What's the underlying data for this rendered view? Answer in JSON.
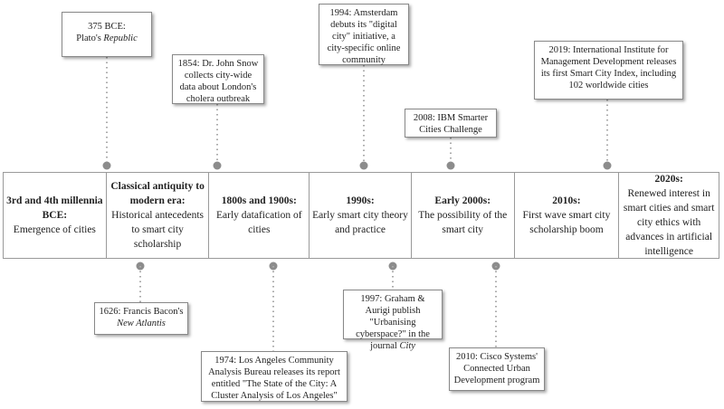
{
  "colors": {
    "border": "#9a9a9a",
    "dot": "#8c8c8c",
    "dotted_line": "#aaaaaa"
  },
  "eras": [
    {
      "title": "3rd and 4th millennia BCE:",
      "subtitle": "Emergence of cities"
    },
    {
      "title": "Classical antiquity to modern era:",
      "subtitle": "Historical antecedents to smart city scholarship"
    },
    {
      "title": "1800s and 1900s:",
      "subtitle": "Early datafication of cities"
    },
    {
      "title": "1990s:",
      "subtitle": "Early smart city theory and practice"
    },
    {
      "title": "Early 2000s:",
      "subtitle": "The possibility of the smart city"
    },
    {
      "title": "2010s:",
      "subtitle": "First wave smart city scholarship boom"
    },
    {
      "title": "2020s:",
      "subtitle": "Renewed interest in smart cities and smart city ethics with advances in artificial intelligence"
    }
  ],
  "events_top": [
    {
      "text": "375 BCE:",
      "text2": "Plato's",
      "italic": "Republic"
    },
    {
      "text": "1854: Dr. John Snow collects city-wide data about London's cholera outbreak"
    },
    {
      "text": "1994: Amsterdam debuts its \"digital city\" initiative, a city-specific online community"
    },
    {
      "text": "2008: IBM Smarter Cities Challenge"
    },
    {
      "text": "2019: International Institute for Management Development releases its first Smart City Index, including 102 worldwide cities"
    }
  ],
  "events_bottom": [
    {
      "text": "1626: Francis Bacon's",
      "italic": "New Atlantis"
    },
    {
      "text": "1974: Los Angeles Community Analysis Bureau releases its report entitled \"The State of the City: A Cluster Analysis of Los Angeles\""
    },
    {
      "text": "1997: Graham & Aurigi publish \"Urbanising cyberspace?\" in the journal",
      "italic": "City"
    },
    {
      "text": "2010: Cisco Systems' Connected Urban Development program"
    }
  ]
}
